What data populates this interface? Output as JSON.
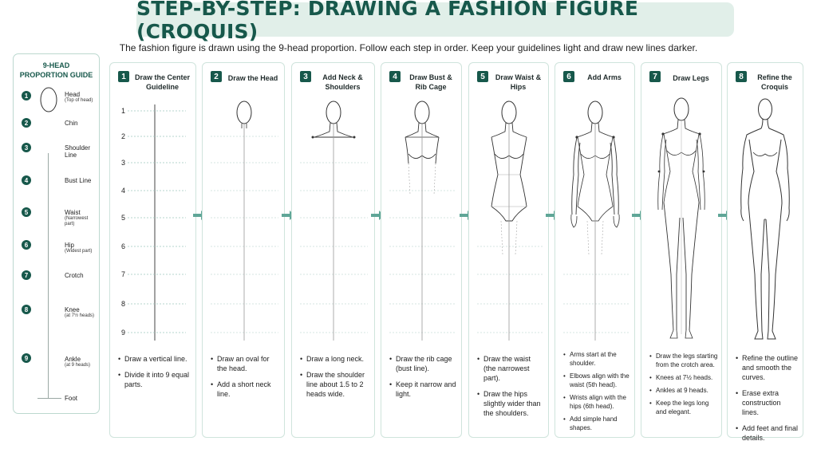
{
  "title": "STEP-BY-STEP: DRAWING A FASHION FIGURE (CROQUIS)",
  "subtitle": "The fashion figure is drawn using the 9-head proportion. Follow each step in order. Keep your guidelines light and draw new lines darker.",
  "guide": {
    "title_line1": "9-HEAD",
    "title_line2": "PROPORTION GUIDE",
    "items": [
      {
        "num": "1",
        "label": "Head",
        "sub": "(Top of head)"
      },
      {
        "num": "2",
        "label": "Chin",
        "sub": ""
      },
      {
        "num": "3",
        "label": "Shoulder Line",
        "sub": ""
      },
      {
        "num": "4",
        "label": "Bust Line",
        "sub": ""
      },
      {
        "num": "5",
        "label": "Waist",
        "sub": "(Narrowest part)"
      },
      {
        "num": "6",
        "label": "Hip",
        "sub": "(Widest part)"
      },
      {
        "num": "7",
        "label": "Crotch",
        "sub": ""
      },
      {
        "num": "8",
        "label": "Knee",
        "sub": "(at 7½ heads)"
      },
      {
        "num": "9",
        "label": "Ankle",
        "sub": "(at 9 heads)"
      }
    ],
    "foot_label": "Foot"
  },
  "row_numbers": [
    "1",
    "2",
    "3",
    "4",
    "5",
    "6",
    "7",
    "8",
    "9"
  ],
  "steps": [
    {
      "num": "1",
      "title": "Draw the Center Guideline",
      "bullets": [
        "Draw a vertical line.",
        "Divide it into 9 equal parts."
      ]
    },
    {
      "num": "2",
      "title": "Draw the Head",
      "bullets": [
        "Draw an oval for the head.",
        "Add a short neck line."
      ]
    },
    {
      "num": "3",
      "title": "Add Neck & Shoulders",
      "bullets": [
        "Draw a long neck.",
        "Draw the shoulder line about 1.5 to 2 heads wide."
      ]
    },
    {
      "num": "4",
      "title": "Draw Bust & Rib Cage",
      "bullets": [
        "Draw the rib cage (bust line).",
        "Keep it narrow and light."
      ]
    },
    {
      "num": "5",
      "title": "Draw Waist & Hips",
      "bullets": [
        "Draw the waist (the narrowest part).",
        "Draw the hips slightly wider than the shoulders."
      ]
    },
    {
      "num": "6",
      "title": "Add Arms",
      "bullets": [
        "Arms start at the shoulder.",
        "Elbows align with the waist (5th head).",
        "Wrists align with the hips (6th head).",
        "Add simple hand shapes."
      ]
    },
    {
      "num": "7",
      "title": "Draw Legs",
      "bullets": [
        "Draw the legs starting from the crotch area.",
        "Knees at 7½ heads.",
        "Ankles at 9 heads.",
        "Keep the legs long and elegant."
      ]
    },
    {
      "num": "8",
      "title": "Refine the Croquis",
      "bullets": [
        "Refine the outline and smooth the curves.",
        "Erase extra construction lines.",
        "Add feet and final details."
      ]
    }
  ],
  "colors": {
    "accent": "#17584b",
    "arrow": "#5fa697",
    "title_bg": "#e1efe9"
  }
}
